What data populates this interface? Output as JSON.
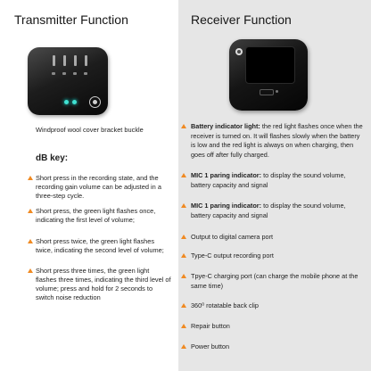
{
  "left": {
    "title": "Transmitter Function",
    "caption": "Windproof wool cover bracket buckle",
    "dbkey_title": "dB key:",
    "items": [
      "Short press in the recording state, and the recording gain volume can be adjusted in a three-step cycle.",
      "Short press, the green light flashes once, indicating the first level of volume;",
      "Short press twice, the green light flashes twice, indicating the second level of volume;",
      "Short press three times, the green light flashes three times, indicating the third level of volume; press and hold for 2 seconds to switch noise reduction"
    ]
  },
  "right": {
    "title": "Receiver Function",
    "items": [
      {
        "label": "Battery indicator light:",
        "text": " the red light flashes once when the receiver is turned on. It will flashes slowly when the battery is low and the red light is always on when charging, then goes off after fully charged."
      },
      {
        "label": "MIC 1 paring indicator:",
        "text": " to display the sound volume, battery capacity and signal"
      },
      {
        "label": "MIC 1 paring indicator:",
        "text": " to display the sound volume, battery capacity and signal"
      },
      {
        "label": "",
        "text": "Output to digital camera port"
      },
      {
        "label": "",
        "text": "Type-C output recording port"
      },
      {
        "label": "",
        "text": "Tpye-C charging port (can charge the mobile phone at the same time)"
      },
      {
        "label": "",
        "text": "360⁰ rotatable back clip"
      },
      {
        "label": "",
        "text": "Repair button"
      },
      {
        "label": "",
        "text": "Power button"
      }
    ]
  },
  "colors": {
    "accent": "#f08a22",
    "led": "#3fe1d1",
    "right_bg": "#e6e6e6"
  }
}
